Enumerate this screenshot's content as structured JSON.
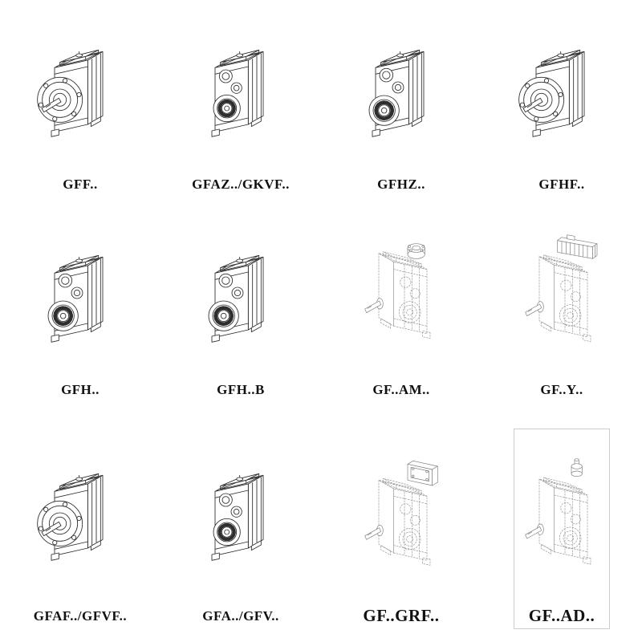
{
  "page": {
    "kind": "gearbox-catalog-sheet",
    "background": "#ffffff"
  },
  "colors": {
    "solid_line": "#2e2e2e",
    "dashed_line": "#949494",
    "attachment_line": "#7d7d7d",
    "label_text": "#111111",
    "frame_border": "#cccccc"
  },
  "grid": {
    "columns": 4,
    "rows": 3,
    "items": [
      {
        "label": "GFF..",
        "drawing": "flange-mounted-gear-reducer"
      },
      {
        "label": "GFAZ../GKVF..",
        "drawing": "shaft-mounted-gear-reducer"
      },
      {
        "label": "GFHZ..",
        "drawing": "hollow-shaft-gear-reducer"
      },
      {
        "label": "GFHF..",
        "drawing": "flange-mounted-gear-reducer"
      },
      {
        "label": "GFH..",
        "drawing": "hollow-shaft-gear-reducer"
      },
      {
        "label": "GFH..B",
        "drawing": "hollow-shaft-foot-mounted-gear-reducer"
      },
      {
        "label": "GF..AM..",
        "drawing": "gear-reducer-with-input-flange-dashed"
      },
      {
        "label": "GF..Y..",
        "drawing": "gear-reducer-with-motor-dashed"
      },
      {
        "label": "GFAF../GFVF..",
        "drawing": "flange-mounted-gear-reducer"
      },
      {
        "label": "GFA../GFV..",
        "drawing": "shaft-mounted-gear-reducer"
      },
      {
        "label": "GF..GRF..",
        "drawing": "gear-reducer-with-adapter-dashed"
      },
      {
        "label": "GF..AD..",
        "drawing": "gear-reducer-with-input-shaft-dashed"
      }
    ]
  }
}
